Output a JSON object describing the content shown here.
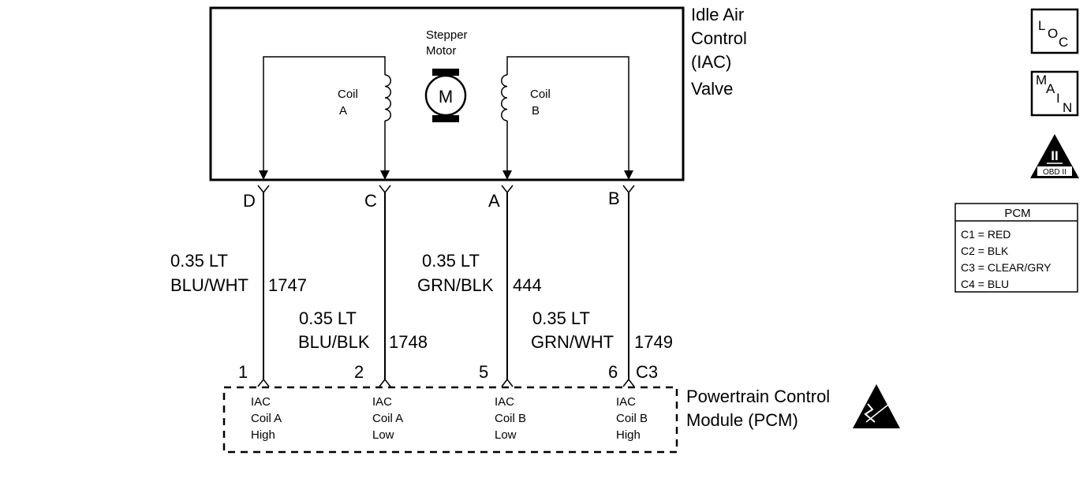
{
  "iac_valve": {
    "title_lines": [
      "Idle Air",
      "Control",
      "(IAC)",
      "Valve"
    ],
    "motor_label_lines": [
      "Stepper",
      "Motor"
    ],
    "motor_symbol": "M",
    "coil_a_lines": [
      "Coil",
      "A"
    ],
    "coil_b_lines": [
      "Coil",
      "B"
    ]
  },
  "valve_pins": [
    "D",
    "C",
    "A",
    "B"
  ],
  "wires": [
    {
      "size": "0.35 LT",
      "color": "BLU/WHT",
      "circuit": "1747"
    },
    {
      "size": "0.35 LT",
      "color": "BLU/BLK",
      "circuit": "1748"
    },
    {
      "size": "0.35 LT",
      "color": "GRN/BLK",
      "circuit": "444"
    },
    {
      "size": "0.35 LT",
      "color": "GRN/WHT",
      "circuit": "1749"
    }
  ],
  "pcm_pins": [
    "1",
    "2",
    "5",
    "6"
  ],
  "pcm_connector": "C3",
  "pcm": {
    "title_lines": [
      "Powertrain Control",
      "Module (PCM)"
    ],
    "terminals": [
      [
        "IAC",
        "Coil A",
        "High"
      ],
      [
        "IAC",
        "Coil A",
        "Low"
      ],
      [
        "IAC",
        "Coil B",
        "Low"
      ],
      [
        "IAC",
        "Coil B",
        "High"
      ]
    ]
  },
  "icons": {
    "loc": {
      "letters": [
        "L",
        "O",
        "C"
      ]
    },
    "main": {
      "letters": [
        "M",
        "A",
        "I",
        "N"
      ]
    },
    "obd": {
      "numeral": "II",
      "label": "OBD II"
    },
    "esd": "esd-warning-icon"
  },
  "legend": {
    "title": "PCM",
    "rows": [
      "C1 = RED",
      "C2 = BLK",
      "C3 = CLEAR/GRY",
      "C4 = BLU"
    ]
  }
}
